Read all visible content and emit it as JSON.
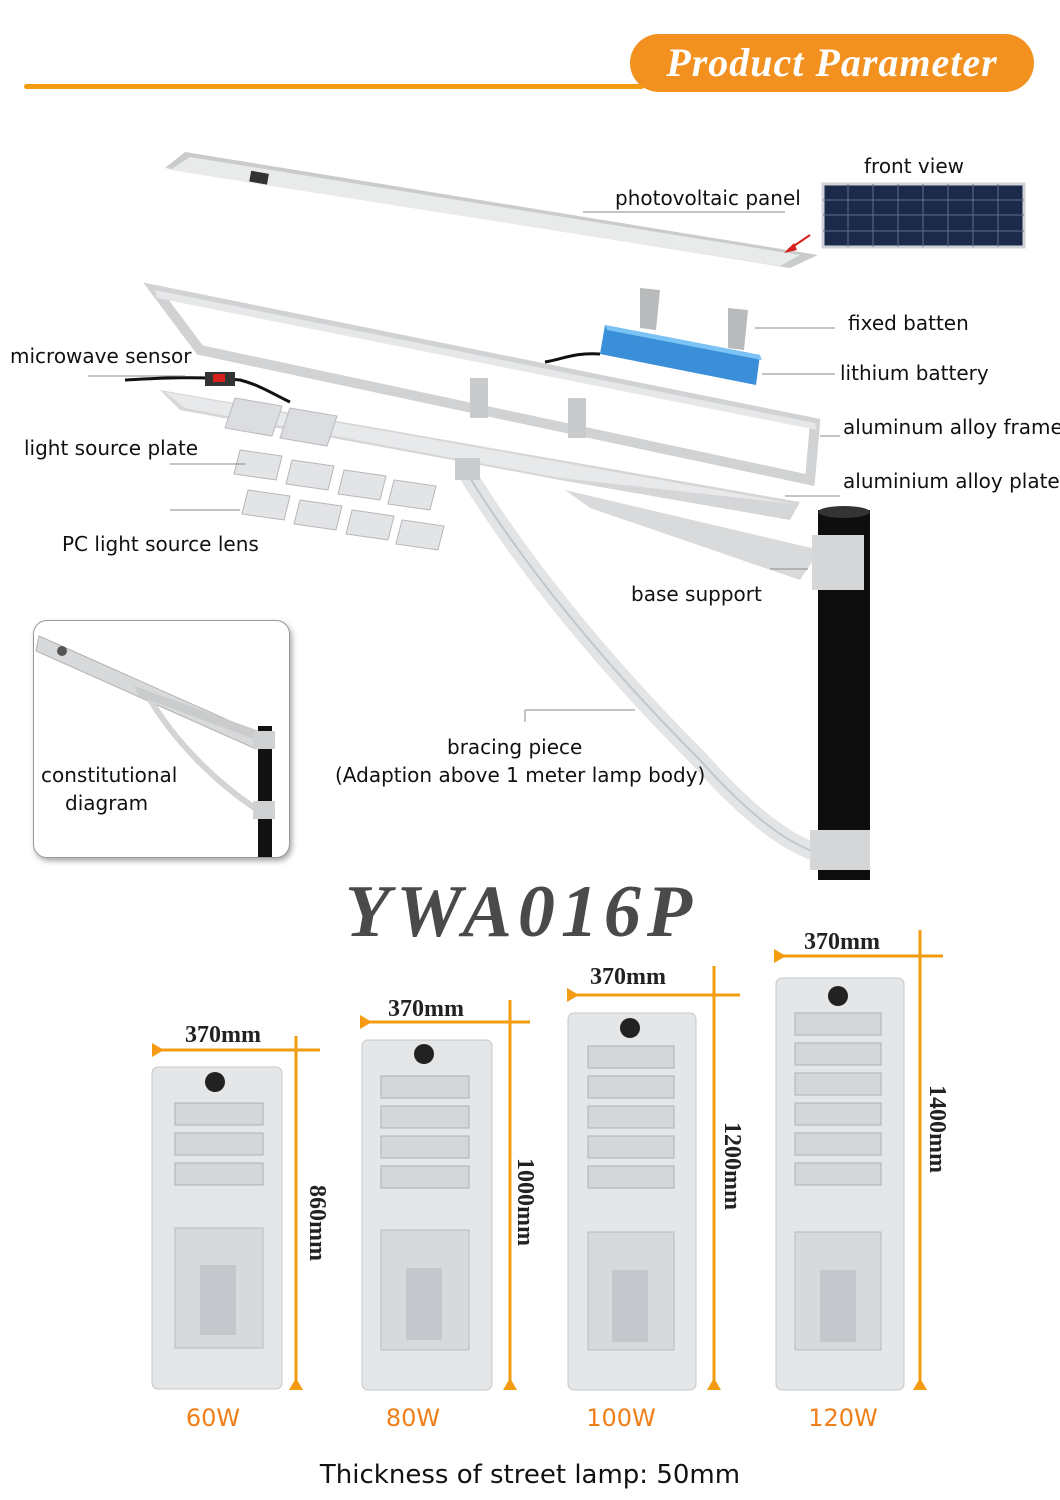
{
  "header": {
    "title": "Product Parameter"
  },
  "labels": {
    "front_view": "front view",
    "photovoltaic_panel": "photovoltaic panel",
    "fixed_batten": "fixed batten",
    "microwave_sensor": "microwave sensor",
    "lithium_battery": "lithium battery",
    "aluminum_alloy_frame": "aluminum alloy frame",
    "light_source_plate": "light source plate",
    "aluminium_alloy_plate": "aluminium alloy plate",
    "pc_light_source_lens": "PC  light source lens",
    "base_support": "base support",
    "bracing_piece": "bracing piece",
    "bracing_note": "(Adaption above 1 meter lamp body)",
    "constitutional_line1": "constitutional",
    "constitutional_line2": "diagram"
  },
  "model": "YWA016P",
  "variants": [
    {
      "width": "370mm",
      "length": "860mm",
      "power": "60W"
    },
    {
      "width": "370mm",
      "length": "1000mm",
      "power": "80W"
    },
    {
      "width": "370mm",
      "length": "1200mm",
      "power": "100W"
    },
    {
      "width": "370mm",
      "length": "1400mm",
      "power": "120W"
    }
  ],
  "thickness": "Thickness of street lamp: 50mm",
  "colors": {
    "accent": "#f2911f",
    "watt": "#f07f1a",
    "model": "#4a4a4a"
  }
}
